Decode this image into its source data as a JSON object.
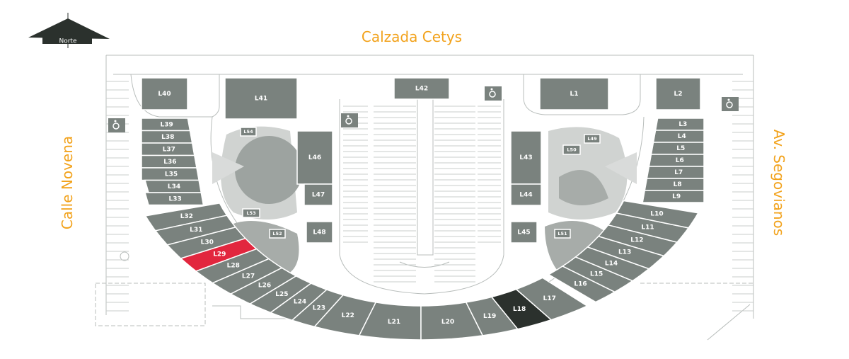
{
  "compass": {
    "label": "Norte"
  },
  "streets": {
    "top": "Calzada Cetys",
    "left": "Calle Novena",
    "right": "Av. Segovianos"
  },
  "colors": {
    "lot": "#7a827e",
    "highlight": "#e2263e",
    "dark": "#2b312d",
    "garden": "#a7aca9",
    "street_label": "#f2a21b"
  },
  "highlighted_lot": "L29",
  "dark_lot": "L18",
  "lots": {
    "ring_left": [
      "L32",
      "L31",
      "L30",
      "L29",
      "L28",
      "L27",
      "L26",
      "L25",
      "L24",
      "L23",
      "L22"
    ],
    "ring_bottom": [
      "L21",
      "L20",
      "L19",
      "L18",
      "L17"
    ],
    "ring_right": [
      "L16",
      "L15",
      "L14",
      "L13",
      "L12",
      "L11",
      "L10"
    ],
    "column_left": [
      "L39",
      "L38",
      "L37",
      "L36",
      "L35",
      "L34",
      "L33"
    ],
    "column_right": [
      "L3",
      "L4",
      "L5",
      "L6",
      "L7",
      "L8",
      "L9"
    ],
    "blocks": [
      "L40",
      "L41",
      "L42",
      "L1",
      "L2",
      "L46",
      "L47",
      "L48",
      "L43",
      "L44",
      "L45"
    ],
    "small": [
      "L54",
      "L53",
      "L52",
      "L51",
      "L50",
      "L49"
    ]
  },
  "icons": [
    "accessible-parking-icon",
    "accessible-parking-icon",
    "accessible-parking-icon",
    "accessible-parking-icon"
  ]
}
